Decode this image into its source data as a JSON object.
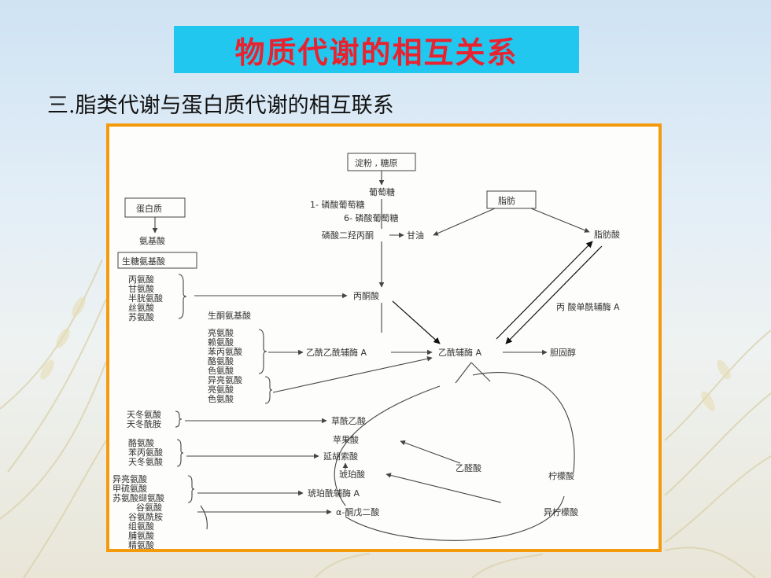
{
  "slide": {
    "title": "物质代谢的相互关系",
    "subtitle": "三.脂类代谢与蛋白质代谢的相互联系"
  },
  "diagram": {
    "starch": "淀粉 , 糖原",
    "glucose": "葡萄糖",
    "g1p": "1- 磷酸葡萄糖",
    "g6p": "6- 磷酸葡萄糖",
    "dhap": "磷酸二羟丙酮",
    "glycerol": "甘油",
    "fat": "脂肪",
    "fatty_acid": "脂肪酸",
    "protein": "蛋白质",
    "amino_acid": "氨基酸",
    "glucogenic_aa": "生糖氨基酸",
    "group1": [
      "丙氨酸",
      "甘氨酸",
      "半胱氨酸",
      "丝氨酸",
      "苏氨酸"
    ],
    "pyruvate": "丙酮酸",
    "ketogenic_aa": "生酮氨基酸",
    "malonyl": "丙   酸单酰辅酶 A",
    "group2": [
      "亮氨酸",
      "赖氨酸",
      "苯丙氨酸",
      "酪氨酸",
      "色氨酸"
    ],
    "group3": [
      "异亮氨酸",
      "亮氨酸",
      "色氨酸"
    ],
    "acetoacetyl": "乙酰乙酰辅酶 A",
    "acetyl_coa": "乙酰辅酶 A",
    "cholesterol": "胆固醇",
    "group4": [
      "天冬氨酸",
      "天冬酰胺"
    ],
    "oxaloacetate": "草酰乙酸",
    "malate": "苹果酸",
    "group5": [
      "酪氨酸",
      "苯丙氨酸",
      "天冬氨酸"
    ],
    "fumarate": "延胡索酸",
    "glyoxylate": "乙醛酸",
    "citrate": "柠檬酸",
    "succinate": "琥珀酸",
    "group6": [
      "异亮氨酸",
      "甲硫氨酸",
      "苏氨酸缬氨酸"
    ],
    "succinyl_coa": "琥珀酰辅酶 A",
    "group7": [
      "谷氨酸",
      "谷氨酰胺",
      "组氨酸",
      "脯氨酸",
      "精氨酸"
    ],
    "akg": "α-酮戊二酸",
    "isocitrate": "异柠檬酸"
  },
  "colors": {
    "title_bg": "#22c7f0",
    "title_text": "#e8232f",
    "frame_border": "#f59a0d"
  }
}
